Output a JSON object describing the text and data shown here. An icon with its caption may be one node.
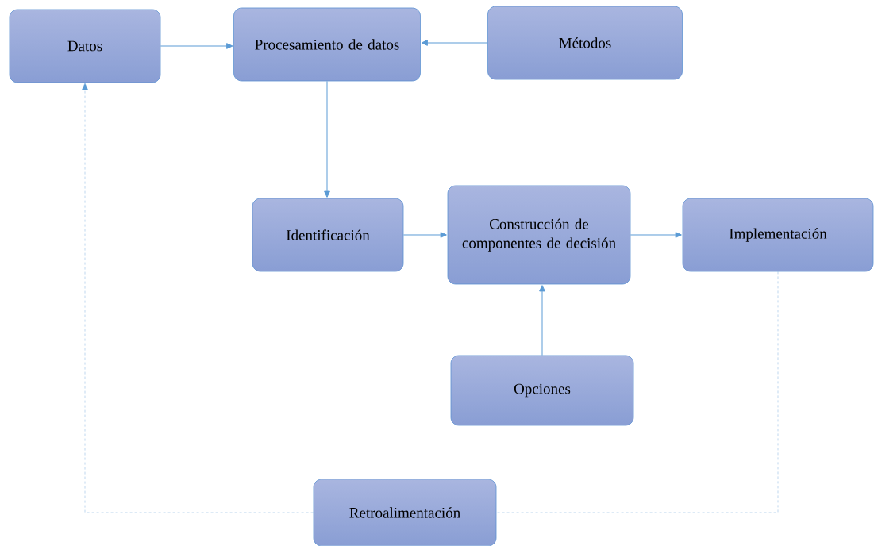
{
  "diagram": {
    "nodes": [
      {
        "text": [
          "Datos"
        ]
      },
      {
        "text": [
          "Procesamiento de datos"
        ]
      },
      {
        "text": [
          "Métodos"
        ]
      },
      {
        "text": [
          "Identificación"
        ]
      },
      {
        "text": [
          "Construcción de componentes de decisión"
        ]
      },
      {
        "text": [
          "Implementación"
        ]
      },
      {
        "text": [
          "Opciones"
        ]
      },
      {
        "text": [
          "Retroalimentación"
        ]
      }
    ],
    "edges": [
      {
        "from": 0,
        "to": 1,
        "arrow": "to"
      },
      {
        "from": 2,
        "to": 1,
        "arrow": "to"
      },
      {
        "from": 1,
        "to": 3,
        "arrow": "to"
      },
      {
        "from": 3,
        "to": 4,
        "arrow": "to"
      },
      {
        "from": 4,
        "to": 5,
        "arrow": "to"
      },
      {
        "from": 6,
        "to": 4,
        "arrow": "to"
      },
      {
        "from": 5,
        "to": 7,
        "arrow": "none",
        "style": "dashed"
      },
      {
        "from": 7,
        "to": 0,
        "arrow": "to",
        "style": "dashed"
      }
    ]
  }
}
